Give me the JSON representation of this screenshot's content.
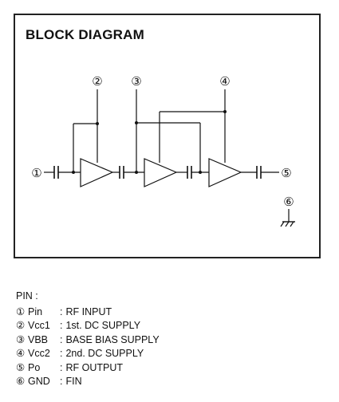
{
  "diagram": {
    "title": "BLOCK DIAGRAM",
    "pin_markers": [
      "①",
      "②",
      "③",
      "④",
      "⑤",
      "⑥"
    ]
  },
  "pins": {
    "heading": "PIN :",
    "items": [
      {
        "num": "①",
        "symbol": "Pin",
        "desc": "RF INPUT"
      },
      {
        "num": "②",
        "symbol": "Vcc1",
        "desc": "1st. DC SUPPLY"
      },
      {
        "num": "③",
        "symbol": "VBB",
        "desc": "BASE BIAS SUPPLY"
      },
      {
        "num": "④",
        "symbol": "Vcc2",
        "desc": "2nd. DC SUPPLY"
      },
      {
        "num": "⑤",
        "symbol": "Po",
        "desc": "RF OUTPUT"
      },
      {
        "num": "⑥",
        "symbol": "GND",
        "desc": "FIN"
      }
    ]
  }
}
